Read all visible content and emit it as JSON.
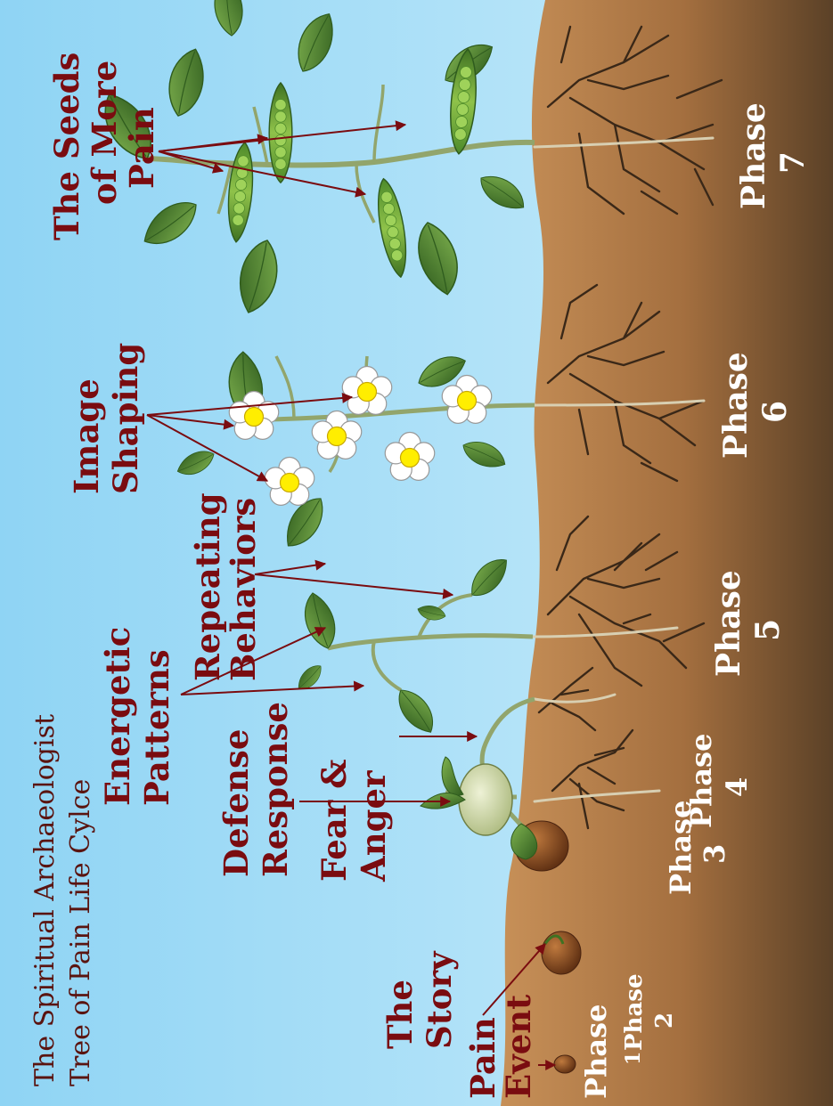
{
  "title_lines": [
    "The Spiritual Archaeologist",
    "Tree of Pain Life Cylce"
  ],
  "labels": {
    "pain_event": [
      "Pain",
      "Event"
    ],
    "the_story": [
      "The",
      "Story"
    ],
    "fear_anger": [
      "Fear &",
      "Anger"
    ],
    "defense_response": [
      "Defense",
      "Response"
    ],
    "energetic_patterns": [
      "Energetic",
      "Patterns"
    ],
    "repeating_behaviors": [
      "Repeating",
      "Behaviors"
    ],
    "image_shaping": [
      "Image",
      "Shaping"
    ],
    "seeds_more_pain": [
      "The Seeds",
      "of More",
      "Pain"
    ]
  },
  "phases": [
    {
      "word": "Phase",
      "num": "1"
    },
    {
      "word": "Phase",
      "num": "2"
    },
    {
      "word": "Phase",
      "num": "3"
    },
    {
      "word": "Phase",
      "num": "4"
    },
    {
      "word": "Phase",
      "num": "5"
    },
    {
      "word": "Phase",
      "num": "6"
    },
    {
      "word": "Phase",
      "num": "7"
    }
  ],
  "colors": {
    "label": "#7a0c10",
    "title": "#5a1410",
    "phase": "#ffffff",
    "arrow": "#7a0c10",
    "sky_top": "#8fd4f4",
    "sky_bottom": "#c9ecfb",
    "soil_light": "#c18a55",
    "soil_dark": "#5b4127",
    "leaf": "#5f9b3a",
    "leaf_dark": "#2f5c1e",
    "stem": "#92a56c",
    "root": "#3a2818",
    "seed": "#8a4e22",
    "pea": "#8fc24a",
    "flower": "#ffffff",
    "flower_center": "#ffee00"
  }
}
